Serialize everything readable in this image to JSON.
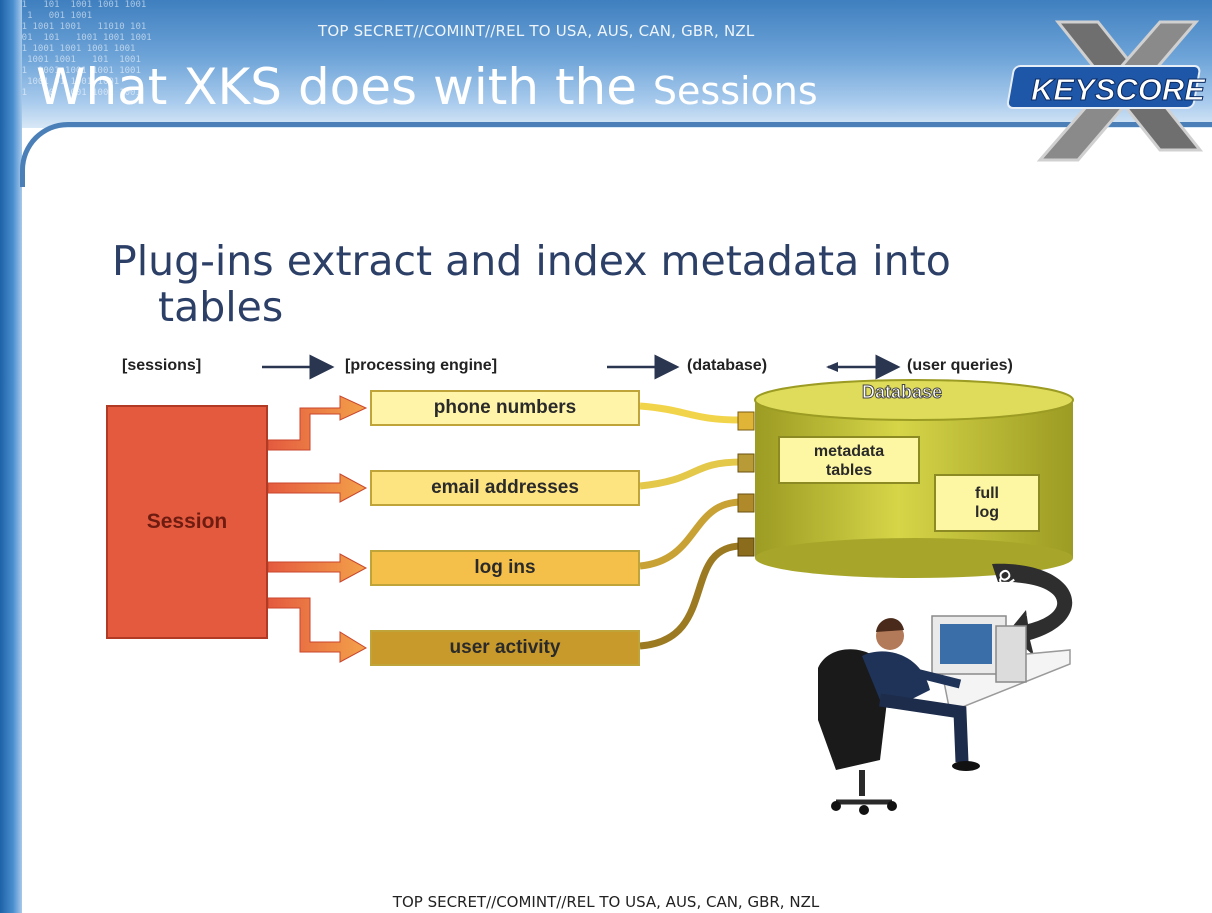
{
  "classification_banner": "TOP SECRET//COMINT//REL TO USA, AUS, CAN, GBR, NZL",
  "title": {
    "main": "What XKS does with the ",
    "tail": "Sessions"
  },
  "logo_text": "KEYSCORE",
  "header_bits": "10 01   101  1001 1001 1001\n1001 1   001 1001      \n 1001 1001 1001   11010 101\n010 01  101   1001 1001 1001\n  101 1001 1001 1001 1001\n1001 1001 1001   101  1001\n 0101  1001 1001 1001 1001\n1001 1001 01 1001 1001\n 1001   10  1001 1001 1001",
  "subtitle": {
    "line1": "Plug-ins extract and index metadata into",
    "line2": "tables"
  },
  "stages": [
    "[sessions]",
    "[processing engine]",
    "(database)",
    "(user queries)"
  ],
  "session_label": "Session",
  "plugins": [
    "phone numbers",
    "email addresses",
    "log ins",
    "user activity"
  ],
  "database": {
    "title": "Database",
    "metadata_line1": "metadata",
    "metadata_line2": "tables",
    "full_line1": "full",
    "full_line2": "log"
  },
  "query_label": "QUERY",
  "colors": {
    "session": "#e45a3f",
    "database": "#c5c43b",
    "plugin_light": "#fff4a8",
    "plugin_dark": "#c89a2c",
    "header_blue": "#3f7fbf",
    "subtitle": "#2c3f66"
  }
}
